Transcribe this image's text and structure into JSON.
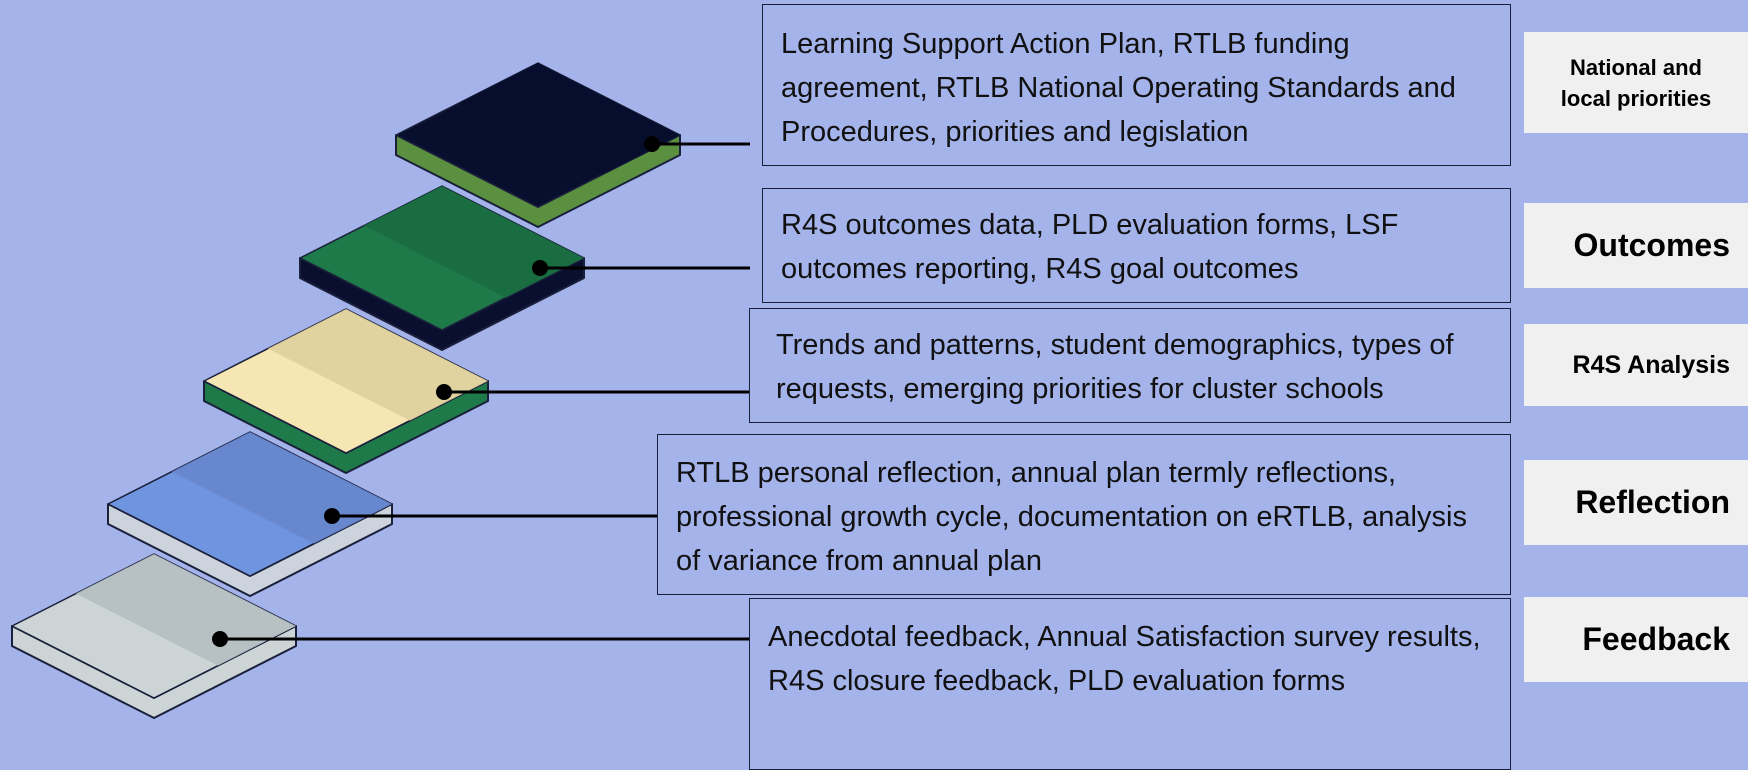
{
  "layers": [
    {
      "category": "National and local priorities",
      "description": "Learning Support Action Plan, RTLB funding agreement, RTLB National Operating Standards and Procedures, priorities and legislation",
      "colors": {
        "top": "#080e2e",
        "top_shade": "#080e2e",
        "side": "#5a9040"
      }
    },
    {
      "category": "Outcomes",
      "description": "R4S outcomes data, PLD evaluation forms, LSF outcomes reporting, R4S goal outcomes",
      "colors": {
        "top": "#1f7a4a",
        "top_shade": "#186b40",
        "side": "#0a0f30"
      }
    },
    {
      "category": "R4S Analysis",
      "description": "Trends and patterns, student demographics, types of requests, emerging priorities for cluster schools",
      "colors": {
        "top": "#f5e6b4",
        "top_shade": "#dfd09c",
        "side": "#1f7a4a"
      }
    },
    {
      "category": "Reflection",
      "description": "RTLB personal reflection, annual plan termly reflections, professional growth cycle, documentation on eRTLB, analysis of variance from annual plan",
      "colors": {
        "top": "#7095e0",
        "top_shade": "#6685cc",
        "side": "#ccd3dc"
      }
    },
    {
      "category": "Feedback",
      "description": "Anecdotal feedback, Annual Satisfaction survey results, R4S closure feedback, PLD evaluation forms",
      "colors": {
        "top": "#ccd4d6",
        "top_shade": "#b5bfc2",
        "side": "#ccd4d6"
      }
    }
  ],
  "colors": {
    "background": "#a4b3ea",
    "label_bg": "#f0f0f0",
    "connector": "#000000",
    "box_border": "#1a1f3a"
  }
}
